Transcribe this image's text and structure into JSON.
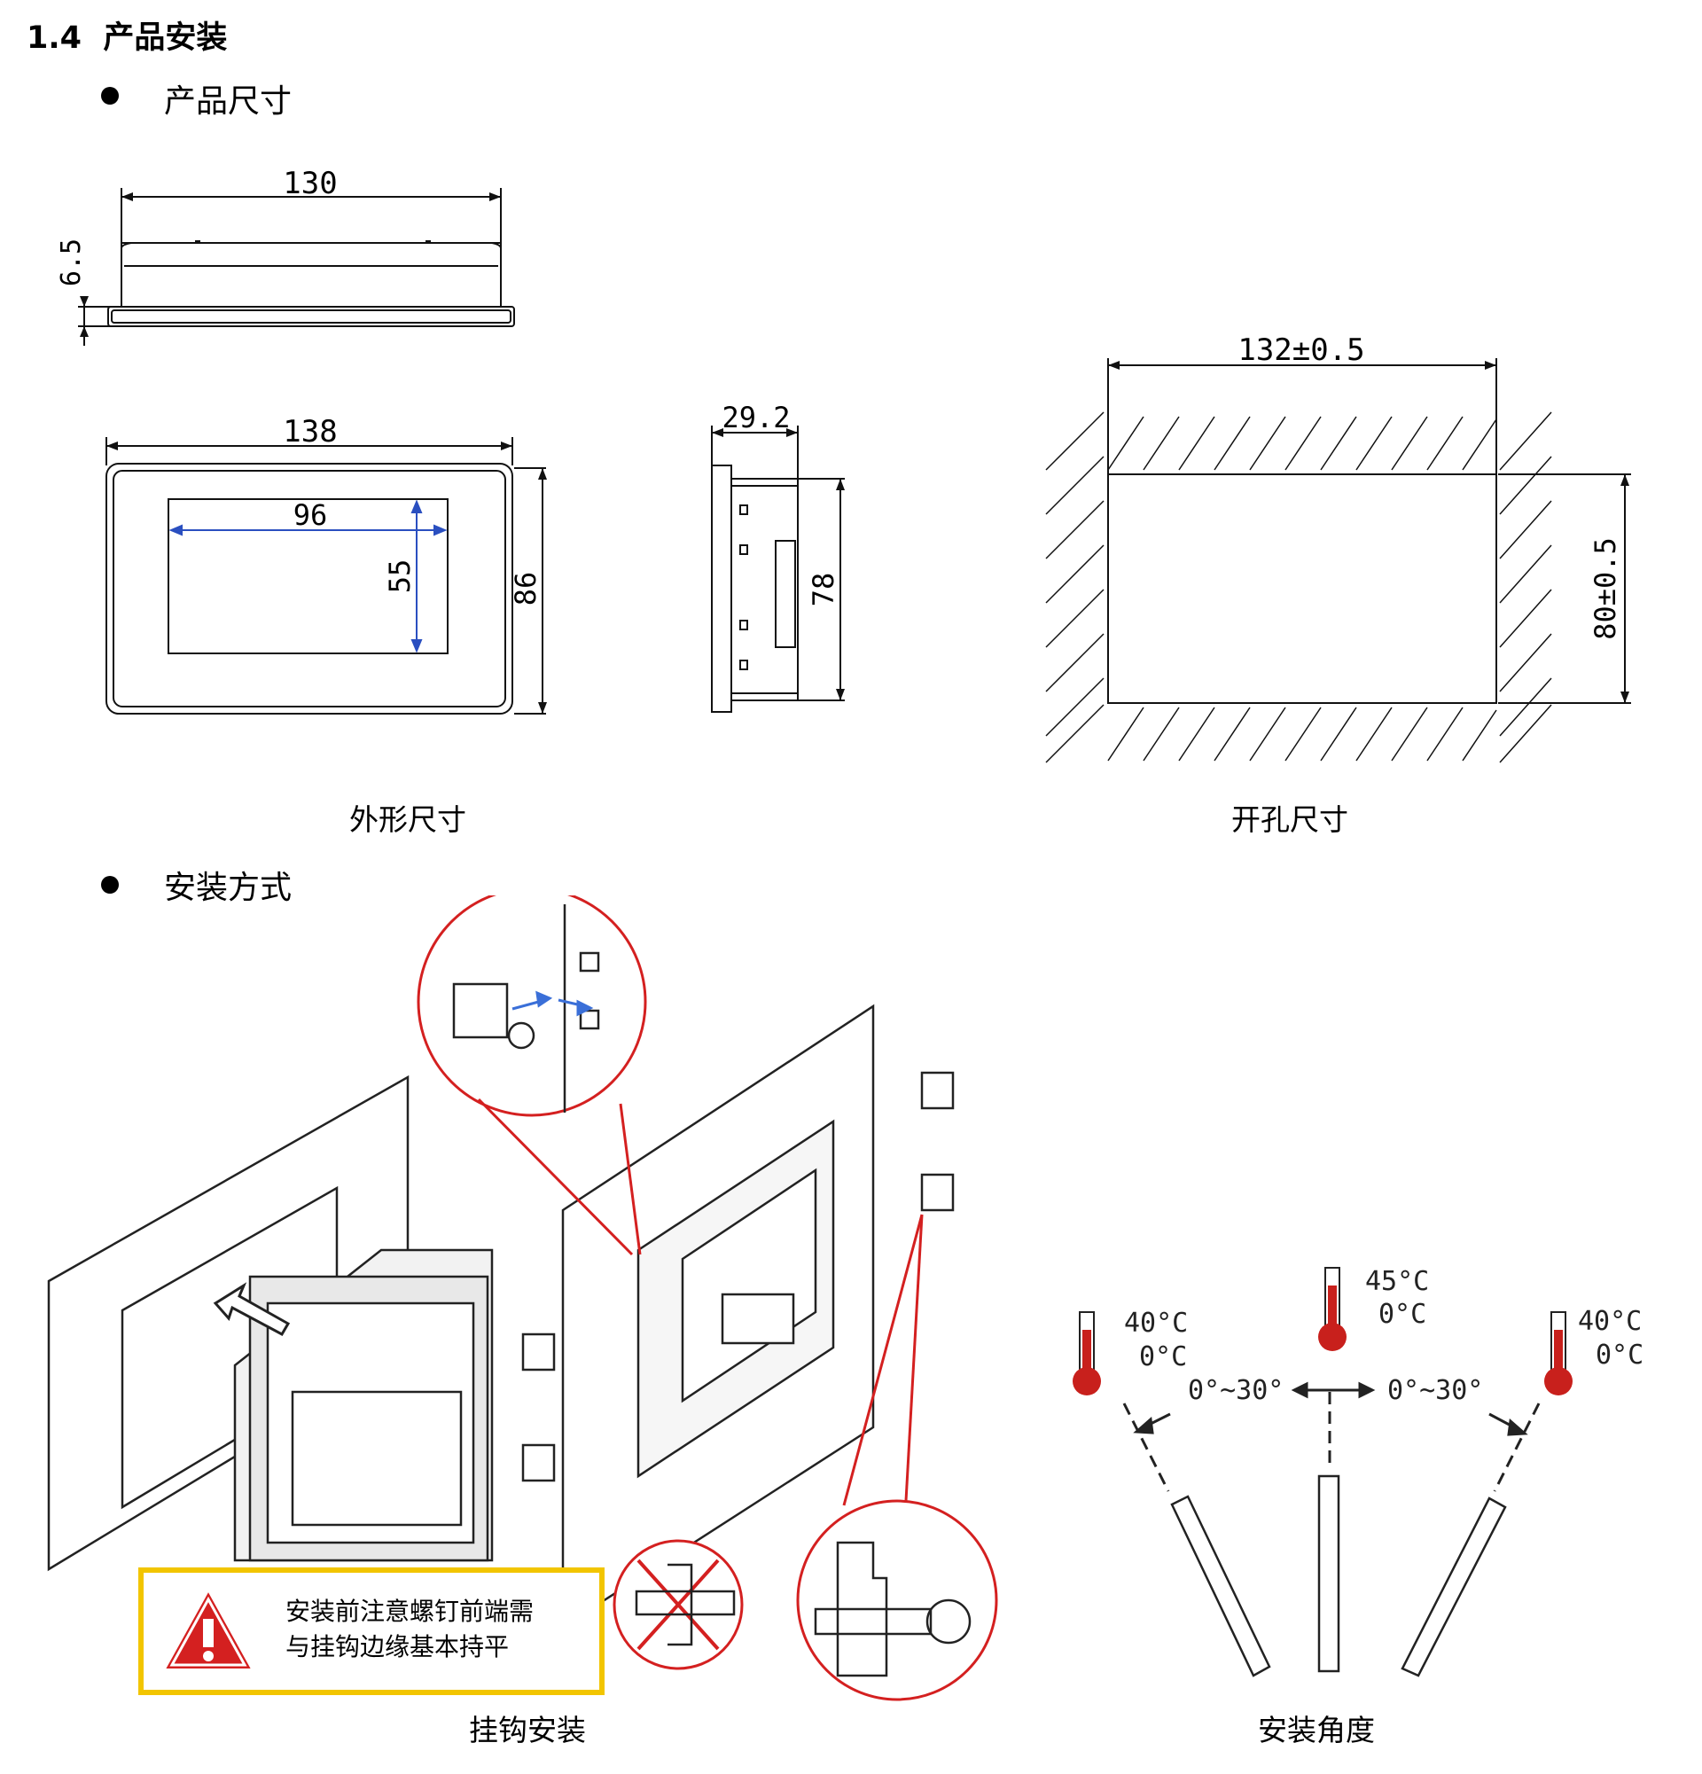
{
  "section": {
    "number": "1.4",
    "title": "产品安装"
  },
  "bullets": [
    {
      "label": "产品尺寸"
    },
    {
      "label": "安装方式"
    }
  ],
  "dimensions": {
    "side_width": "130",
    "side_thickness": "6.5",
    "front_width": "138",
    "screen_width": "96",
    "screen_height": "55",
    "front_height": "86",
    "depth": "29.2",
    "body_height": "78",
    "cutout_width": "132±0.5",
    "cutout_height": "80±0.5"
  },
  "captions": {
    "outline_size": "外形尺寸",
    "cutout_size": "开孔尺寸",
    "hook_install": "挂钩安装",
    "install_angle": "安装角度"
  },
  "warning": {
    "line1": "安装前注意螺钉前端需",
    "line2": "与挂钩边缘基本持平"
  },
  "angles": {
    "left_temp_high": "40°C",
    "left_temp_low": "0°C",
    "center_temp_high": "45°C",
    "center_temp_low": "0°C",
    "right_temp_high": "40°C",
    "right_temp_low": "0°C",
    "left_range": "0°~30°",
    "right_range": "0°~30°"
  },
  "colors": {
    "callout_red": "#d42020",
    "warning_yellow": "#f2c500",
    "arrow_blue": "#3a6fd8",
    "dimension_blue": "#2a4fc0"
  }
}
